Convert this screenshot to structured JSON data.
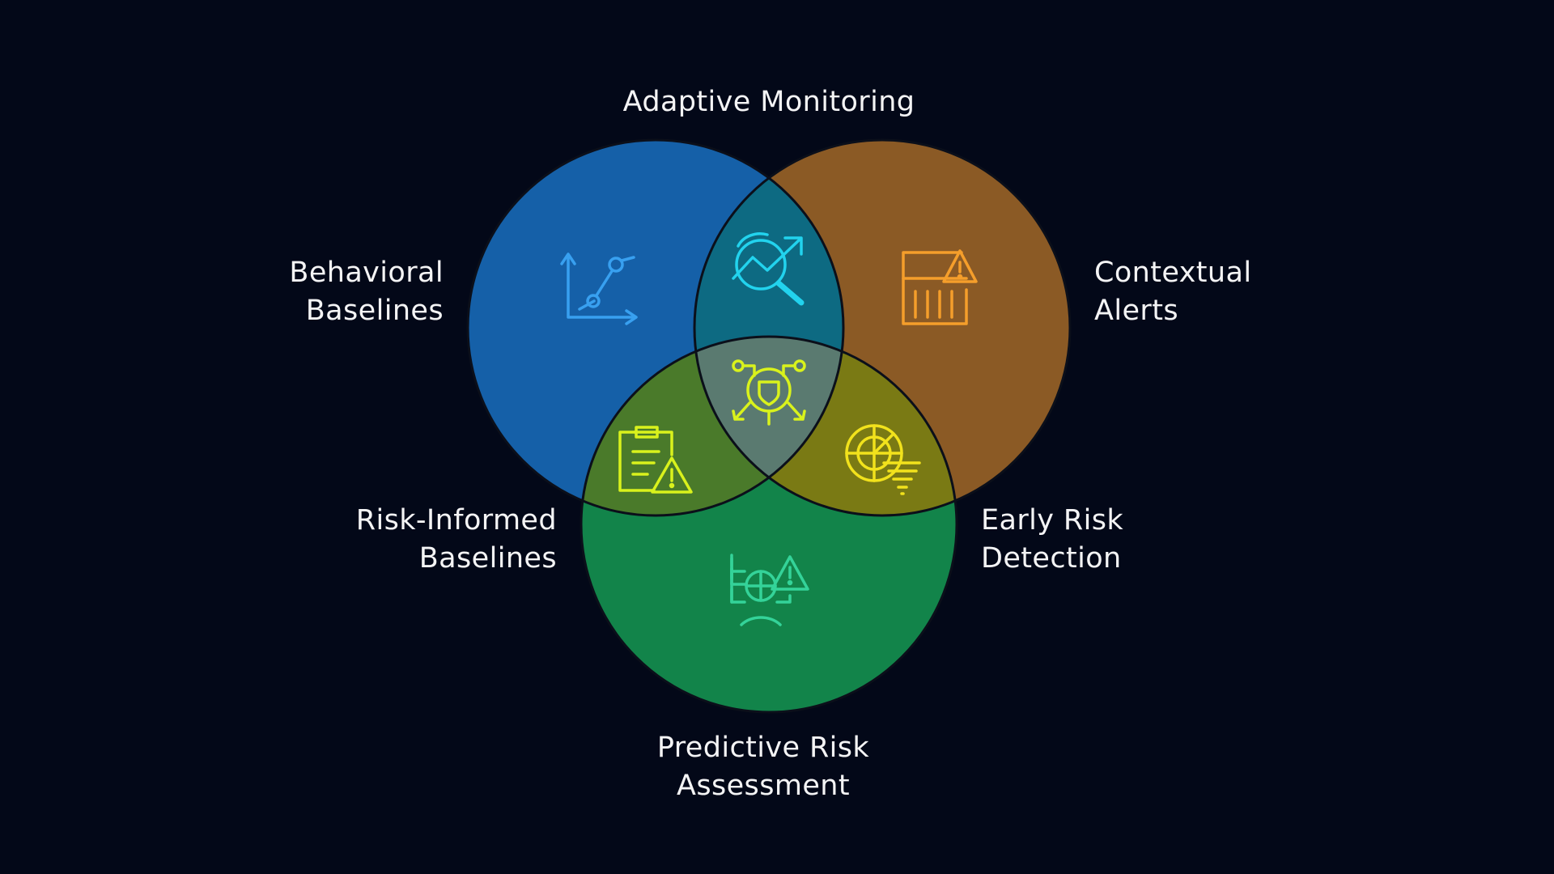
{
  "colors": {
    "background": "#030818",
    "circle_blue": "#1560a8",
    "circle_orange": "#8b5a25",
    "circle_green": "#12844a",
    "overlap_blue_orange": "#0d6a82",
    "overlap_blue_green": "#4a7a2a",
    "overlap_orange_green": "#7a7a14",
    "overlap_center": "#5a7a70",
    "icon_blue": "#38a0f0",
    "icon_cyan": "#22d3ee",
    "icon_orange": "#f59e2b",
    "icon_lime": "#d9f21c",
    "icon_yellow": "#f2e21c",
    "icon_green": "#34d399"
  },
  "labels": {
    "adaptive_monitoring": "Adaptive Monitoring",
    "behavioral_baselines": [
      "Behavioral",
      "Baselines"
    ],
    "contextual_alerts": [
      "Contextual",
      "Alerts"
    ],
    "risk_informed_baselines": [
      "Risk-Informed",
      "Baselines"
    ],
    "early_risk_detection": [
      "Early Risk",
      "Detection"
    ],
    "predictive_risk_assessment": [
      "Predictive Risk",
      "Assessment"
    ]
  },
  "icons": {
    "behavioral_baselines": "line-chart-icon",
    "adaptive_monitoring": "trend-magnifier-icon",
    "contextual_alerts": "alert-barrier-icon",
    "center": "shield-network-icon",
    "risk_informed_baselines": "clipboard-warning-icon",
    "early_risk_detection": "radar-tornado-icon",
    "predictive_risk_assessment": "face-scan-warning-icon"
  }
}
